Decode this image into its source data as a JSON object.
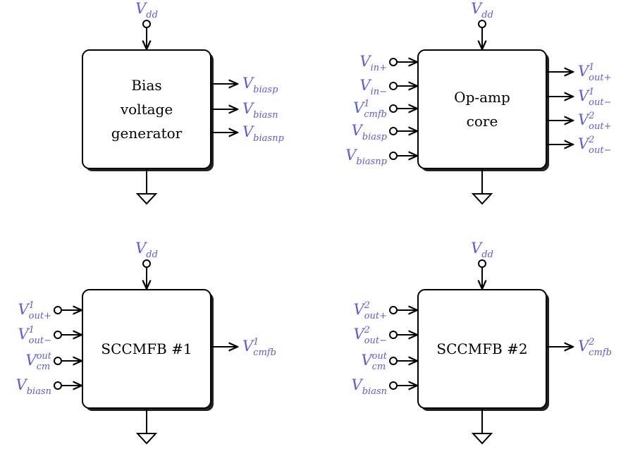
{
  "colors": {
    "signal": "#5b5be6",
    "line": "#000000",
    "shadow": "#222222",
    "block_fill": "#ffffff"
  },
  "blocks": [
    {
      "id": "bias",
      "name": "bias-voltage-generator-block",
      "label_lines": [
        "Bias",
        "voltage",
        "generator"
      ],
      "supply": {
        "base": "V",
        "sub": "dd",
        "sup": ""
      },
      "inputs": [],
      "outputs": [
        {
          "base": "V",
          "sub": "biasp",
          "sup": ""
        },
        {
          "base": "V",
          "sub": "biasn",
          "sup": ""
        },
        {
          "base": "V",
          "sub": "biasnp",
          "sup": ""
        }
      ]
    },
    {
      "id": "opamp",
      "name": "op-amp-core-block",
      "label_lines": [
        "Op-amp",
        "core"
      ],
      "supply": {
        "base": "V",
        "sub": "dd",
        "sup": ""
      },
      "inputs": [
        {
          "base": "V",
          "sub": "in+",
          "sup": ""
        },
        {
          "base": "V",
          "sub": "in−",
          "sup": ""
        },
        {
          "base": "V",
          "sub": "cmfb",
          "sup": "1"
        },
        {
          "base": "V",
          "sub": "biasp",
          "sup": ""
        },
        {
          "base": "V",
          "sub": "biasnp",
          "sup": ""
        }
      ],
      "outputs": [
        {
          "base": "V",
          "sub": "out+",
          "sup": "1"
        },
        {
          "base": "V",
          "sub": "out−",
          "sup": "1"
        },
        {
          "base": "V",
          "sub": "out+",
          "sup": "2"
        },
        {
          "base": "V",
          "sub": "out−",
          "sup": "2"
        }
      ]
    },
    {
      "id": "cmfb1",
      "name": "sccmfb-1-block",
      "label_lines": [
        "SCCMFB #1"
      ],
      "supply": {
        "base": "V",
        "sub": "dd",
        "sup": ""
      },
      "inputs": [
        {
          "base": "V",
          "sub": "out+",
          "sup": "1"
        },
        {
          "base": "V",
          "sub": "out−",
          "sup": "1"
        },
        {
          "base": "V",
          "sub": "cm",
          "sup": "out"
        },
        {
          "base": "V",
          "sub": "biasn",
          "sup": ""
        }
      ],
      "outputs": [
        {
          "base": "V",
          "sub": "cmfb",
          "sup": "1"
        }
      ]
    },
    {
      "id": "cmfb2",
      "name": "sccmfb-2-block",
      "label_lines": [
        "SCCMFB #2"
      ],
      "supply": {
        "base": "V",
        "sub": "dd",
        "sup": ""
      },
      "inputs": [
        {
          "base": "V",
          "sub": "out+",
          "sup": "2"
        },
        {
          "base": "V",
          "sub": "out−",
          "sup": "2"
        },
        {
          "base": "V",
          "sub": "cm",
          "sup": "out"
        },
        {
          "base": "V",
          "sub": "biasn",
          "sup": ""
        }
      ],
      "outputs": [
        {
          "base": "V",
          "sub": "cmfb",
          "sup": "2"
        }
      ]
    }
  ]
}
